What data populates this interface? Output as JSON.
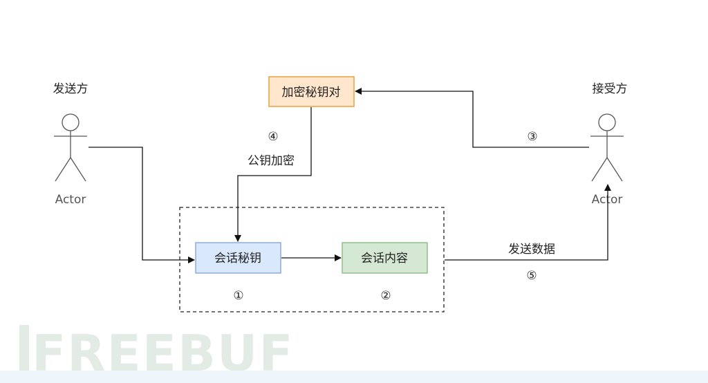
{
  "actors": {
    "sender": {
      "role": "发送方",
      "label": "Actor"
    },
    "receiver": {
      "role": "接受方",
      "label": "Actor"
    }
  },
  "boxes": {
    "key_pair": "加密秘钥对",
    "session_key": "会话秘钥",
    "session_content": "会话内容"
  },
  "edges": {
    "step3": "③",
    "step4": "④",
    "public_key_encrypt": "公钥加密",
    "send_data": "发送数据",
    "step5": "⑤"
  },
  "markers": {
    "step1": "①",
    "step2": "②"
  },
  "watermark": "FREEBUF",
  "colors": {
    "key_pair_fill": "#ffe6cc",
    "key_pair_stroke": "#e6a23c",
    "session_key_fill": "#dae8fc",
    "session_key_stroke": "#8aaed6",
    "session_content_fill": "#d5e8d4",
    "session_content_stroke": "#8fbf8b"
  }
}
